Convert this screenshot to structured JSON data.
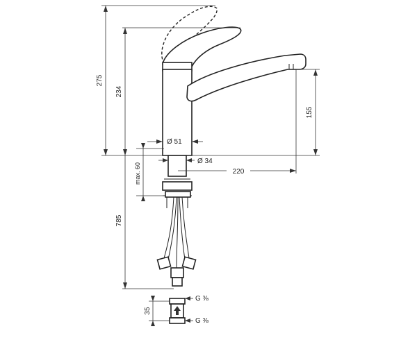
{
  "dimensions": {
    "total_height": "275",
    "spout_top_height": "234",
    "spout_outlet_height": "155",
    "body_diameter": "Ø 51",
    "base_diameter": "Ø 34",
    "spout_reach": "220",
    "max_thickness": "max. 60",
    "hose_length": "785",
    "connector_length": "35",
    "thread_top": "G ⅜",
    "thread_bottom": "G ⅜"
  }
}
